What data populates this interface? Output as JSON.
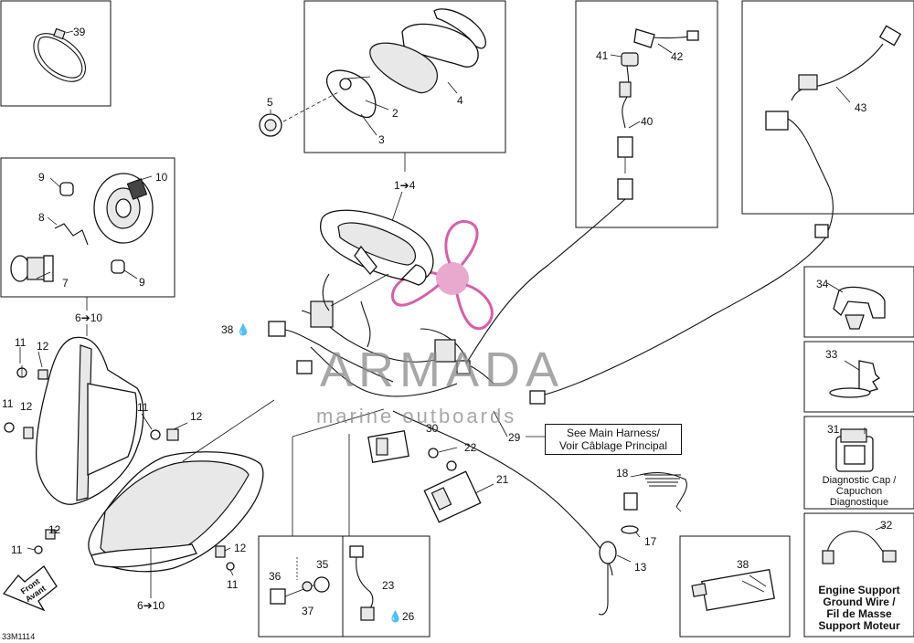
{
  "callouts": {
    "c39": "39",
    "c5": "5",
    "c2": "2",
    "c3": "3",
    "c4": "4",
    "c1to4": "1➔4",
    "c41": "41",
    "c42": "42",
    "c40": "40",
    "c43": "43",
    "c9a": "9",
    "c10": "10",
    "c8": "8",
    "c7": "7",
    "c9b": "9",
    "c6to10a": "6➔10",
    "c38drop": "38",
    "c34": "34",
    "c33": "33",
    "c31": "31",
    "c32": "32",
    "c11a": "11",
    "c12a": "12",
    "c11b": "11",
    "c12b": "12",
    "c11c": "11",
    "c12c": "12",
    "c12d": "12",
    "c11d": "11",
    "c12e": "12",
    "c11e": "11",
    "c6to10b": "6➔10",
    "c30": "30",
    "c22": "22",
    "c29": "29",
    "c21": "21",
    "c18": "18",
    "c17": "17",
    "c13": "13",
    "c36": "36",
    "c35": "35",
    "c37": "37",
    "c23": "23",
    "c26": "26",
    "c38": "38"
  },
  "harness_reference": {
    "line1": "See Main Harness/",
    "line2": "Voir Câblage Principal"
  },
  "diag_cap": {
    "line1": "Diagnostic Cap /",
    "line2": "Capuchon",
    "line3": "Diagnostique"
  },
  "ground_wire": {
    "line1": "Engine Support",
    "line2": "Ground Wire /",
    "line3": "Fil de Masse",
    "line4": "Support Moteur"
  },
  "front_arrow": {
    "line1": "Front",
    "line2": "Avant"
  },
  "drawing_code": "33M1114",
  "watermark": {
    "brand": "ARMADA",
    "tagline": "marine outboards"
  }
}
